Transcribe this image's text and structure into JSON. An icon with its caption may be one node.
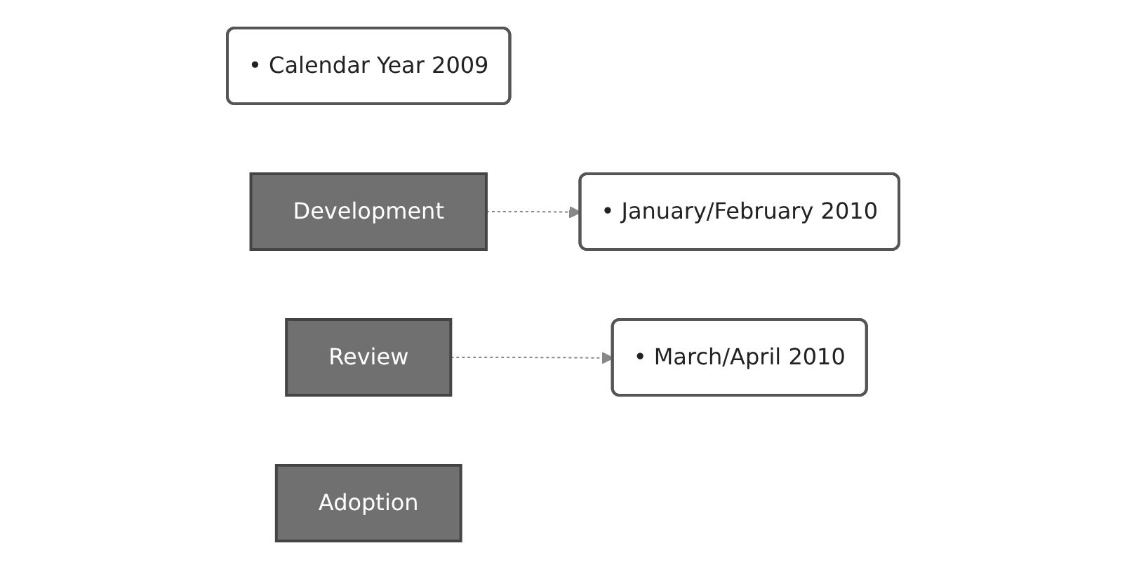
{
  "diagram": {
    "nodes": [
      {
        "text": [
          "• Calendar Year 2009"
        ]
      },
      {
        "text": [
          "Development"
        ]
      },
      {
        "text": [
          "Review"
        ]
      },
      {
        "text": [
          "• January/February 2010"
        ]
      },
      {
        "text": [
          "• March/April 2010"
        ]
      },
      {
        "text": [
          "Adoption"
        ]
      }
    ],
    "edges": [
      {
        "from": 1,
        "to": 3,
        "arrow": "to",
        "style": "dashed"
      },
      {
        "from": 2,
        "to": 4,
        "arrow": "to",
        "style": "dashed"
      }
    ]
  }
}
